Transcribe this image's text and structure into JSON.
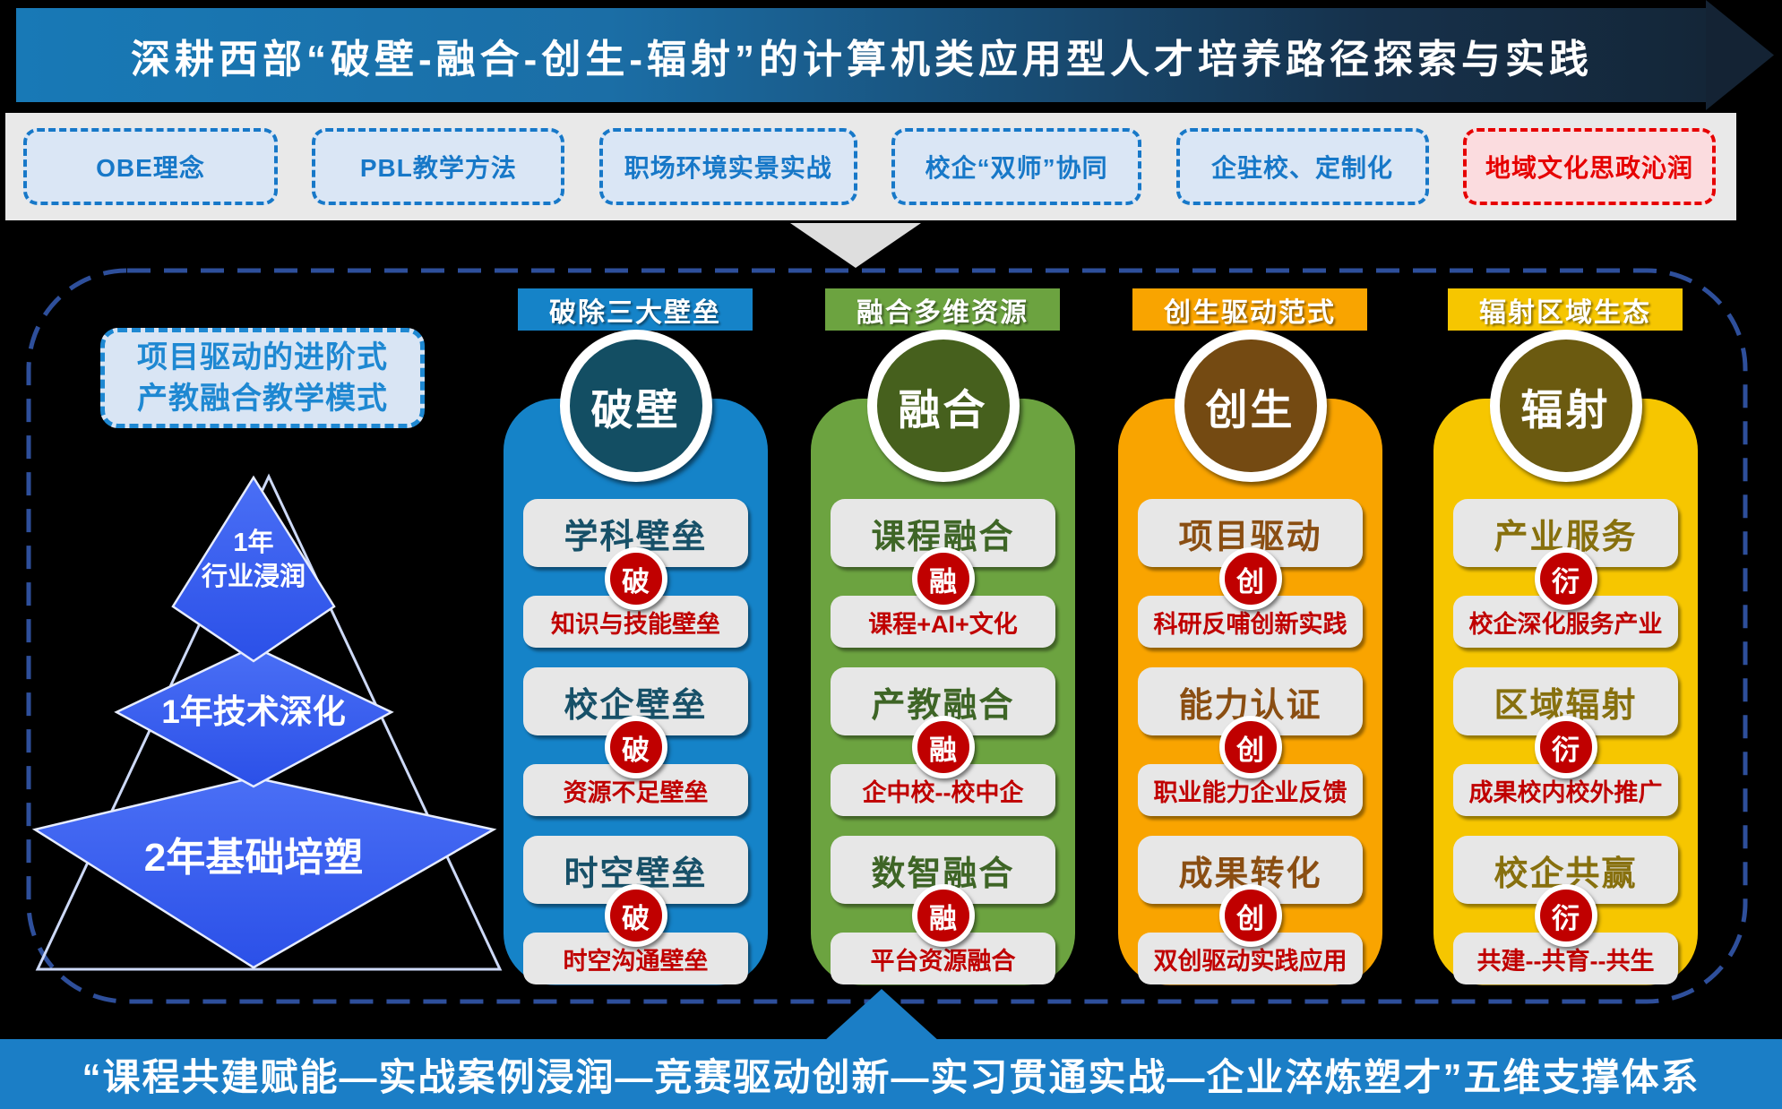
{
  "title": "深耕西部“破壁-融合-创生-辐射”的计算机类应用型人才培养路径探索与实践",
  "strategies": [
    {
      "label": "OBE理念",
      "variant": "blue"
    },
    {
      "label": "PBL教学方法",
      "variant": "blue"
    },
    {
      "label": "职场环境实景实战",
      "variant": "blue"
    },
    {
      "label": "校企“双师”协同",
      "variant": "blue"
    },
    {
      "label": "企驻校、定制化",
      "variant": "blue"
    },
    {
      "label": "地域文化思政沁润",
      "variant": "red"
    }
  ],
  "model_box": {
    "line1": "项目驱动的进阶式",
    "line2": "产教融合教学模式"
  },
  "pyramid": {
    "top_line1": "1年",
    "top_line2": "行业浸润",
    "middle": "1年技术深化",
    "bottom": "2年基础培塑"
  },
  "columns": [
    {
      "header": "破除三大壁垒",
      "circle": "破壁",
      "badge": "破",
      "color": "#1583C8",
      "circle_color": "#134E63",
      "items": [
        {
          "title": "学科壁垒",
          "sub": "知识与技能壁垒"
        },
        {
          "title": "校企壁垒",
          "sub": "资源不足壁垒"
        },
        {
          "title": "时空壁垒",
          "sub": "时空沟通壁垒"
        }
      ]
    },
    {
      "header": "融合多维资源",
      "circle": "融合",
      "badge": "融",
      "color": "#6CA340",
      "circle_color": "#46601D",
      "items": [
        {
          "title": "课程融合",
          "sub": "课程+AI+文化"
        },
        {
          "title": "产教融合",
          "sub": "企中校--校中企"
        },
        {
          "title": "数智融合",
          "sub": "平台资源融合"
        }
      ]
    },
    {
      "header": "创生驱动范式",
      "circle": "创生",
      "badge": "创",
      "color": "#F9A400",
      "circle_color": "#744A12",
      "items": [
        {
          "title": "项目驱动",
          "sub": "科研反哺创新实践"
        },
        {
          "title": "能力认证",
          "sub": "职业能力企业反馈"
        },
        {
          "title": "成果转化",
          "sub": "双创驱动实践应用"
        }
      ]
    },
    {
      "header": "辐射区域生态",
      "circle": "辐射",
      "badge": "衍",
      "color": "#F6C600",
      "circle_color": "#6B5A10",
      "items": [
        {
          "title": "产业服务",
          "sub": "校企深化服务产业"
        },
        {
          "title": "区域辐射",
          "sub": "成果校内校外推广"
        },
        {
          "title": "校企共赢",
          "sub": "共建--共育--共生"
        }
      ]
    }
  ],
  "bottom_bar": "“课程共建赋能—实战案例浸润—竞赛驱动创新—实习贯通实战—企业淬炼塑才”五维支撑体系",
  "colors": {
    "background": "#000000",
    "title_gradient_start": "#1879B6",
    "title_gradient_end": "#142638",
    "strategy_bar_bg": "#E9E9E9",
    "strategy_blue": "#1778C8",
    "strategy_red": "#E60000",
    "container_border": "#2E4F9B",
    "pyramid_blue": "#3D63F0",
    "badge_red": "#C00000",
    "sub_text_red": "#C00000",
    "bottom_bar_blue": "#1B7EC6"
  }
}
